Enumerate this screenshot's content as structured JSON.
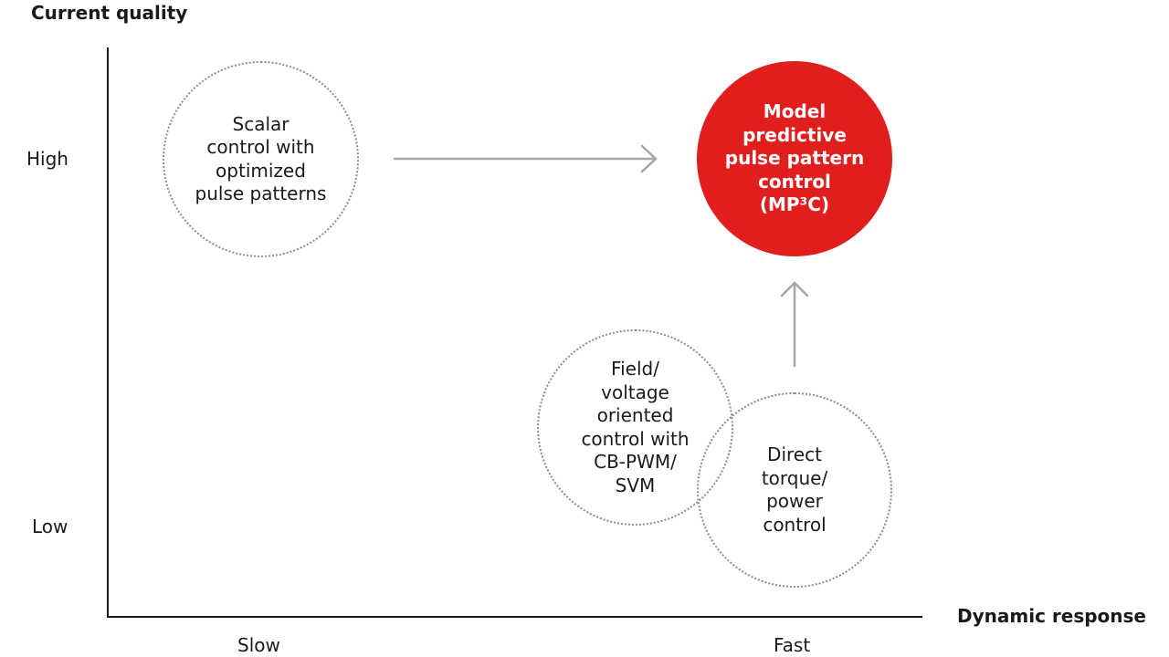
{
  "y_axis": {
    "title": "Current quality",
    "ticks": {
      "high": "High",
      "low": "Low"
    }
  },
  "x_axis": {
    "title": "Dynamic response",
    "ticks": {
      "slow": "Slow",
      "fast": "Fast"
    }
  },
  "nodes": {
    "scalar": "Scalar\ncontrol with\noptimized\npulse patterns",
    "mp3c": "Model\npredictive\npulse pattern\ncontrol\n(MP³C)",
    "foc": "Field/\nvoltage\noriented\ncontrol with\nCB-PWM/\nSVM",
    "dtc": "Direct\ntorque/\npower\ncontrol"
  },
  "colors": {
    "highlight": "#e01e1e",
    "axis": "#1a1a1a",
    "arrow": "#a6a6a6",
    "dotted_border": "#8c8c8c"
  }
}
